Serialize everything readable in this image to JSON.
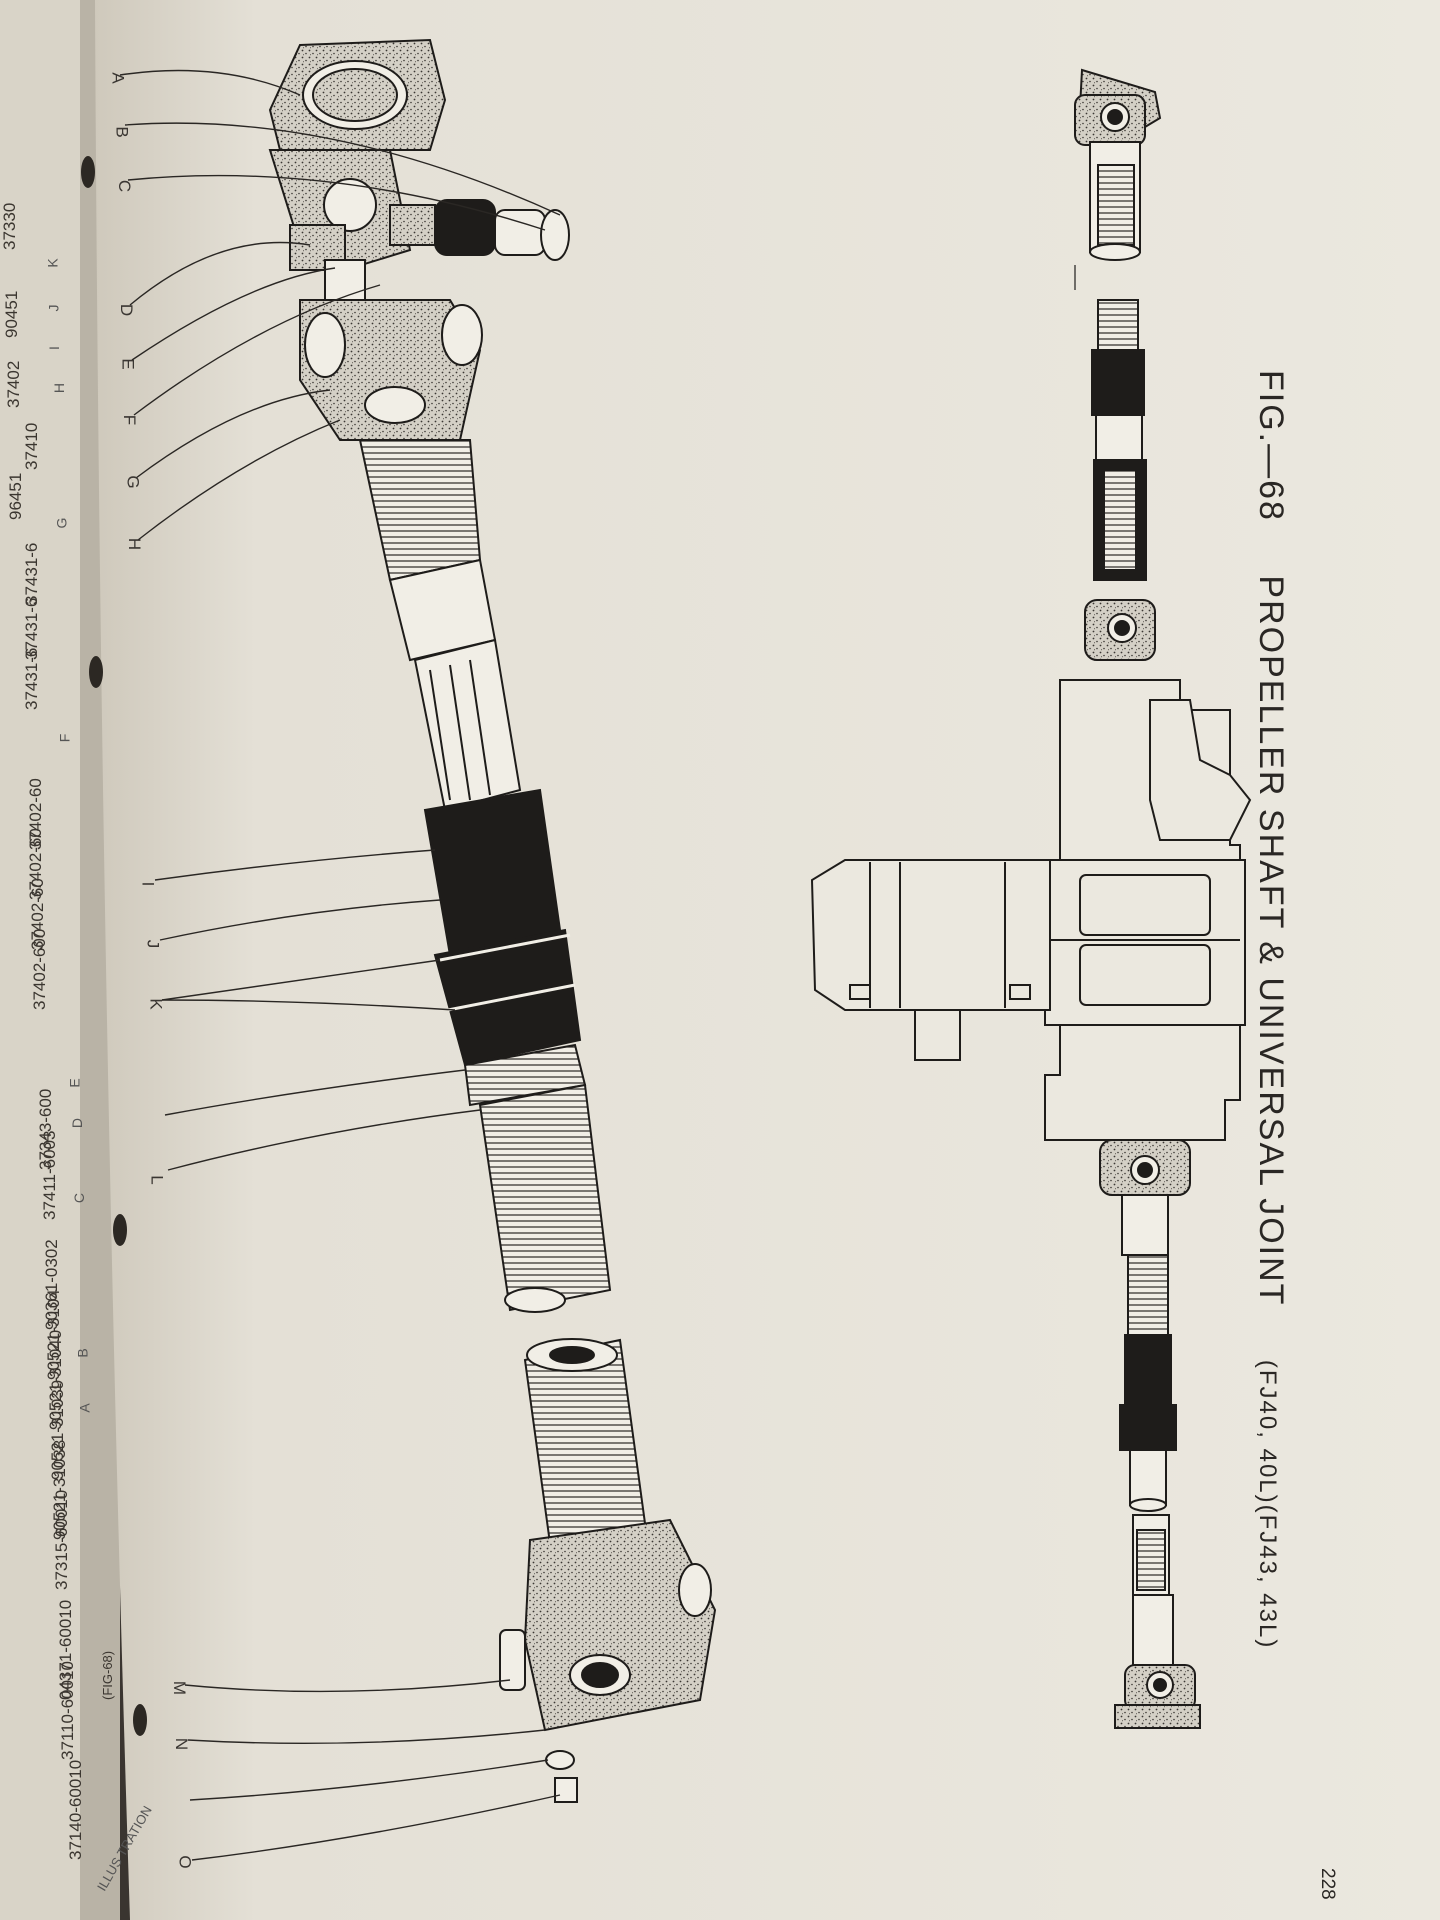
{
  "figure": {
    "label": "FIG.—68",
    "title": "PROPELLER SHAFT & UNIVERSAL JOINT",
    "models": "(FJ40, 40L)(FJ43, 43L)"
  },
  "page_number": "228",
  "callouts": [
    "A",
    "B",
    "C",
    "D",
    "E",
    "F",
    "G",
    "H",
    "I",
    "J",
    "K",
    "L",
    "M",
    "N",
    "O"
  ],
  "left_page": {
    "letters": [
      "K",
      "J",
      "I",
      "H",
      "G",
      "F",
      "E",
      "D",
      "C",
      "B",
      "A"
    ],
    "part_numbers": [
      "37330",
      "90451",
      "37402",
      "37410",
      "96451",
      "37431-6",
      "37431-6",
      "37431-6",
      "37402-60",
      "37402-60",
      "37402-60",
      "37402-600",
      "37343-600",
      "37411-6003",
      "90361-0302",
      "90521-3104",
      "90521-31040",
      "90521-31039",
      "90521-31038",
      "37315-60010",
      "04371-60010",
      "37110-60010",
      "37140-60010"
    ],
    "fig_ref": "(FIG-68)",
    "bottom_stamp": "ILLUS TRATION"
  },
  "colors": {
    "paper": "#e8e4da",
    "ink": "#1e1c1a",
    "left_page": "#d9d4c8"
  }
}
